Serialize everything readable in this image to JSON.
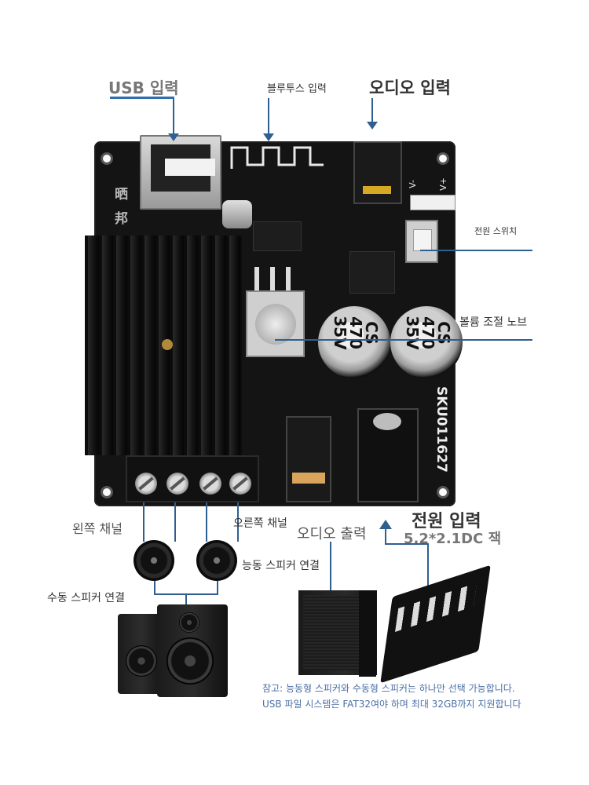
{
  "labels": {
    "usb_input": "USB 입력",
    "bluetooth_input": "블루투스 입력",
    "audio_input": "오디오 입력",
    "power_switch": "전원 스위치",
    "volume_knob": "볼륨 조절 노브",
    "left_channel": "왼쪽 채널",
    "right_channel": "오른쪽 채널",
    "audio_output": "오디오 출력",
    "power_input": "전원 입력",
    "power_jack": "5.2*2.1DC 잭",
    "active_speaker": "능동 스피커 연결",
    "passive_speaker": "수동 스피커 연결"
  },
  "board": {
    "brand_mark": "晒 邦",
    "sku": "SKU011627",
    "capacitor_text": [
      "CS",
      "470",
      "35V"
    ],
    "pin_labels": [
      "V-",
      "V+"
    ]
  },
  "notes": {
    "line1": "참고: 능동형 스피커와 수동형 스피커는 하나만 선택 가능합니다.",
    "line2": "USB 파일 시스템은 FAT32여야 하며 최대 32GB까지 지원합니다"
  },
  "colors": {
    "leader_line": "#2f5f8f",
    "usb_underline": "#2f6fb0",
    "note_text": "#4a6fa5"
  }
}
